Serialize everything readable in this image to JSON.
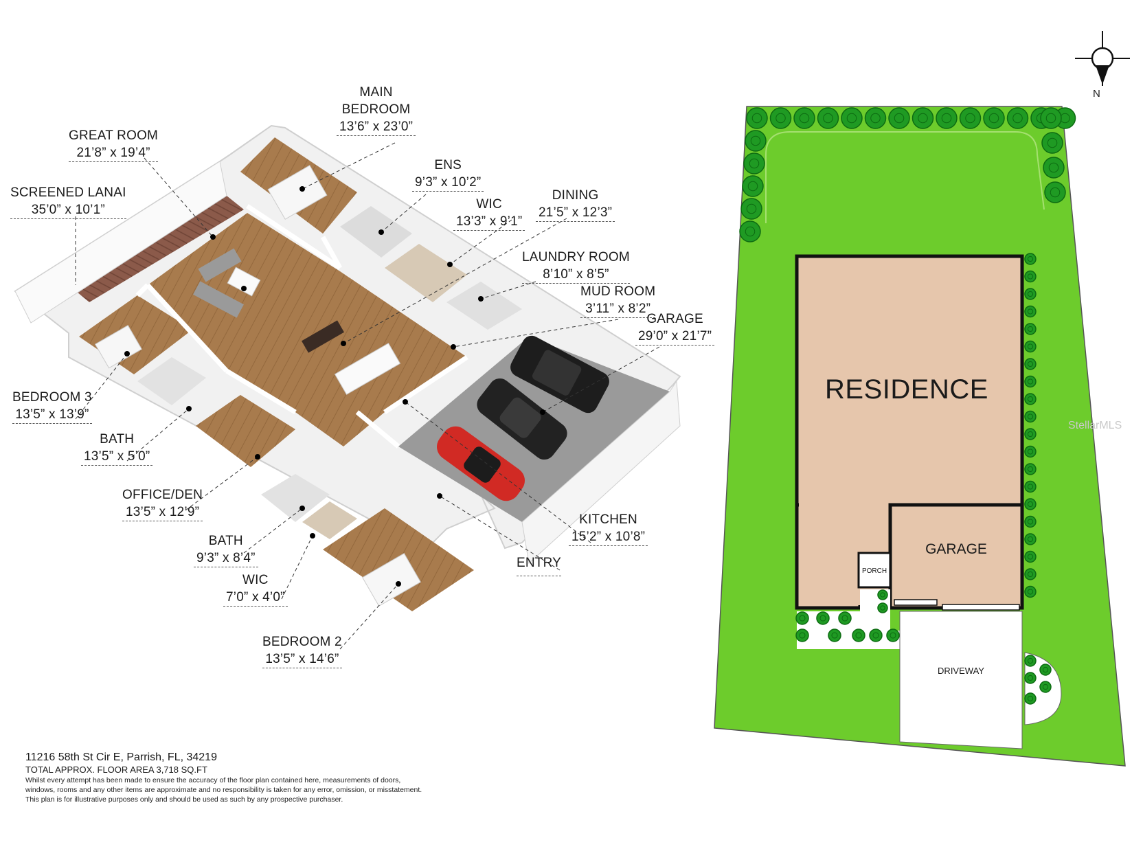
{
  "floor_plan": {
    "rooms": [
      {
        "id": "main-bedroom",
        "name": "MAIN\nBEDROOM",
        "dims": "13’6” x 23’0”"
      },
      {
        "id": "great-room",
        "name": "GREAT ROOM",
        "dims": "21’8” x 19’4”"
      },
      {
        "id": "ens",
        "name": "ENS",
        "dims": "9’3” x 10’2”"
      },
      {
        "id": "screened-lanai",
        "name": "SCREENED LANAI",
        "dims": "35’0” x 10’1”"
      },
      {
        "id": "wic-main",
        "name": "WIC",
        "dims": "13’3” x 9’1”"
      },
      {
        "id": "dining",
        "name": "DINING",
        "dims": "21’5” x 12’3”"
      },
      {
        "id": "laundry-room",
        "name": "LAUNDRY ROOM",
        "dims": "8’10” x 8’5”"
      },
      {
        "id": "mud-room",
        "name": "MUD ROOM",
        "dims": "3’11” x 8’2”"
      },
      {
        "id": "garage",
        "name": "GARAGE",
        "dims": "29’0” x 21’7”"
      },
      {
        "id": "bedroom-3",
        "name": "BEDROOM 3",
        "dims": "13’5” x 13’9”"
      },
      {
        "id": "bath-1",
        "name": "BATH",
        "dims": "13’5” x 5’0”"
      },
      {
        "id": "office-den",
        "name": "OFFICE/DEN",
        "dims": "13’5” x 12’9”"
      },
      {
        "id": "kitchen",
        "name": "KITCHEN",
        "dims": "15’2” x 10’8”"
      },
      {
        "id": "bath-2",
        "name": "BATH",
        "dims": "9’3” x 8’4”"
      },
      {
        "id": "entry",
        "name": "ENTRY",
        "dims": ""
      },
      {
        "id": "wic-2",
        "name": "WIC",
        "dims": "7’0” x 4’0”"
      },
      {
        "id": "bedroom-2",
        "name": "BEDROOM 2",
        "dims": "13’5” x 14’6”"
      }
    ]
  },
  "footer": {
    "address": "11216 58th St Cir E, Parrish, FL, 34219",
    "area": "TOTAL APPROX. FLOOR AREA 3,718 SQ.FT",
    "disclaimer": [
      "Whilst every attempt has been made to ensure the accuracy of the floor plan contained here, measurements of doors,",
      "windows, rooms and any other items are approximate and no responsibility is taken for any error, omission, or misstatement.",
      "This plan is for illustrative purposes only and should be used as such by any prospective purchaser."
    ]
  },
  "site_plan": {
    "compass": "N",
    "residence": "RESIDENCE",
    "garage": "GARAGE",
    "porch": "PORCH",
    "driveway": "DRIVEWAY",
    "watermark": "StellarMLS",
    "colors": {
      "lawn": "#6dcc2c",
      "residence": "#e6c6ac",
      "tree": "#1f9a23",
      "tree_dark": "#0d6b12",
      "outline": "#111111"
    }
  },
  "colors": {
    "wood_floor": "#a87b4d",
    "garage_floor": "#9a9a9a",
    "wall": "#f4f4f4",
    "lanai_deck": "#8b5a4a"
  }
}
